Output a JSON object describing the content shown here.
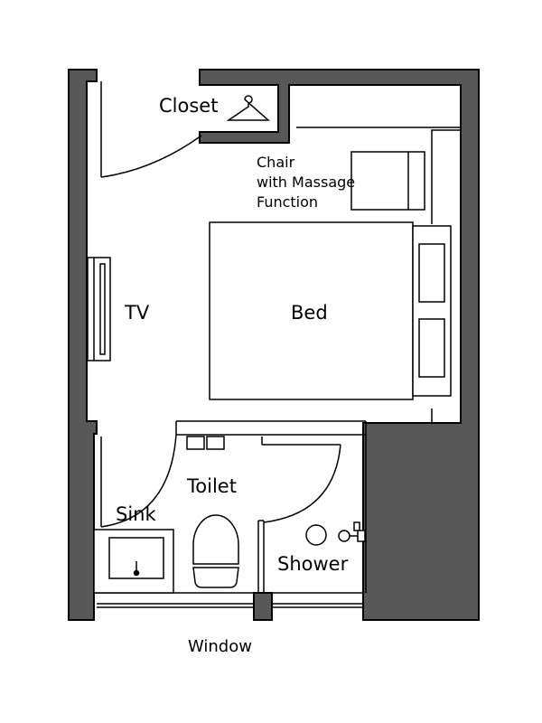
{
  "labels": {
    "closet": "Closet",
    "chair_line1": "Chair",
    "chair_line2": "with Massage",
    "chair_line3": "Function",
    "tv": "TV",
    "bed": "Bed",
    "toilet": "Toilet",
    "sink": "Sink",
    "shower": "Shower",
    "window": "Window"
  },
  "colors": {
    "wall": "#585858",
    "line": "#000000",
    "background": "#ffffff"
  },
  "icons": {
    "closet": "clothes-hanger-icon"
  }
}
